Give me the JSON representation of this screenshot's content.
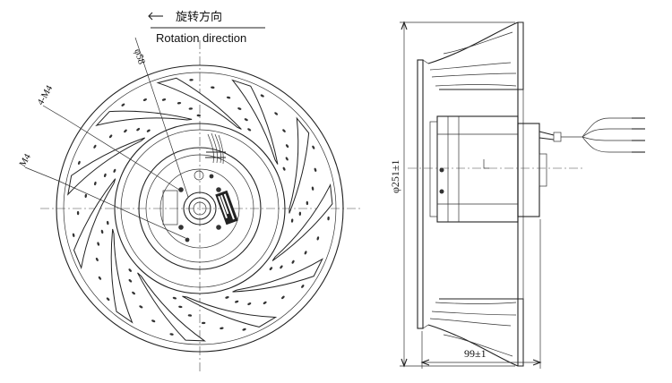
{
  "labels": {
    "rotation_cn": "旋转方向",
    "rotation_en": "Rotation direction",
    "dia58": "φ58",
    "four_m4": "4-M4",
    "m4": "M4",
    "dia251": "φ251±1",
    "len99": "99±1"
  },
  "colors": {
    "line": "#222222",
    "background": "#ffffff"
  },
  "icons": {
    "rotation_arrow": "arrow-left-icon"
  }
}
